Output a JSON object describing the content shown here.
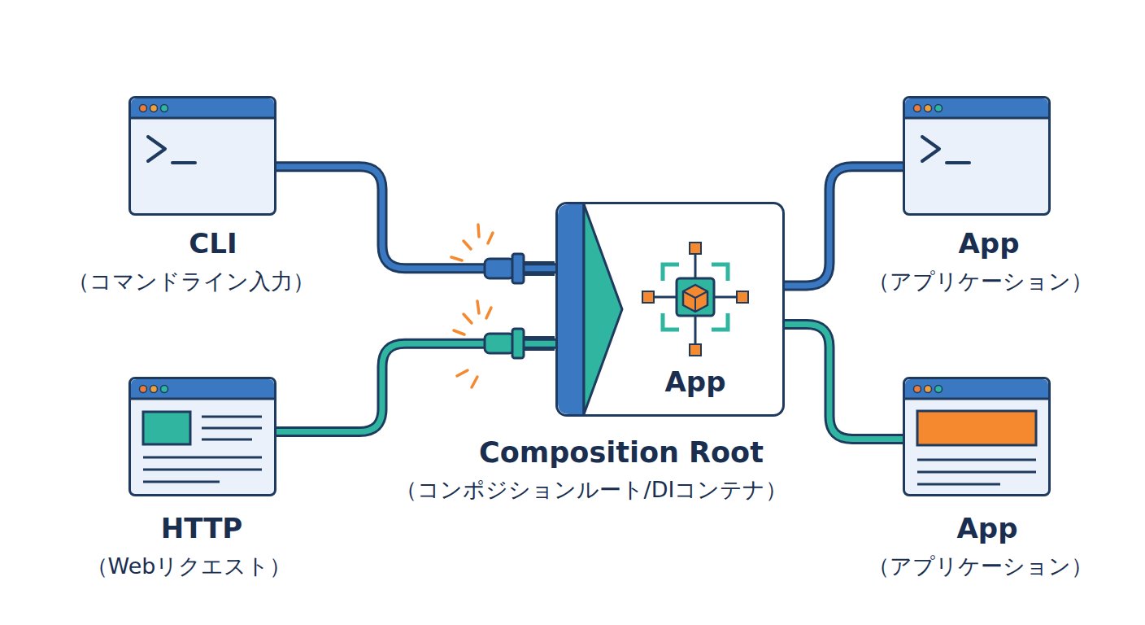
{
  "diagram": {
    "nodes": [
      {
        "text": [
          "CLI",
          "（コマンドライン入力）"
        ]
      },
      {
        "text": [
          "HTTP",
          "（Webリクエスト）"
        ]
      },
      {
        "text": [
          "App",
          "Composition Root",
          "（コンポジションルート/DIコンテナ）"
        ]
      },
      {
        "text": [
          "App",
          "（アプリケーション）"
        ]
      },
      {
        "text": [
          "App",
          "（アプリケーション）"
        ]
      }
    ],
    "edges": [
      {
        "from": 0,
        "to": 2,
        "arrow": "none"
      },
      {
        "from": 1,
        "to": 2,
        "arrow": "none"
      },
      {
        "from": 2,
        "to": 3,
        "arrow": "none"
      },
      {
        "from": 2,
        "to": 4,
        "arrow": "none"
      }
    ]
  }
}
